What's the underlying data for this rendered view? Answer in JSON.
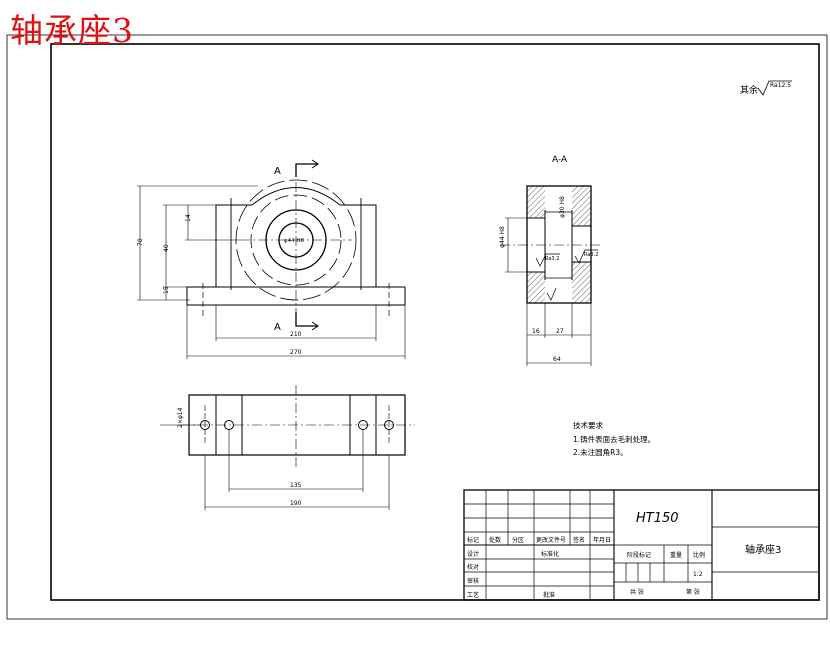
{
  "title": "轴承座3",
  "colors": {
    "title_red": "#e01010",
    "line": "#000000",
    "paper": "#ffffff"
  },
  "roughness_note": {
    "text": "其余",
    "symbol": "Ra12.5"
  },
  "section_marks": {
    "top": "A",
    "bottom": "A",
    "section_title": "A-A"
  },
  "front_view": {
    "bore_label": "φ44 H8",
    "dims": {
      "height_total": "70",
      "height_center": "40",
      "height_top": "14",
      "height_base": "15",
      "inner_width": "210",
      "overall_width": "270"
    }
  },
  "section_view": {
    "bore_label": "φ44 H8",
    "inner_label": "φ30 H8",
    "rough_left": "Ra3.2",
    "rough_right": "Ra3.2",
    "dims": {
      "left": "16",
      "mid": "27",
      "overall": "64"
    }
  },
  "top_view": {
    "hole_label": "2×φ14",
    "dims": {
      "inner": "135",
      "overall": "190"
    }
  },
  "tech_requirements": {
    "heading": "技术要求",
    "items": [
      "1.铸件表面去毛刺处理。",
      "2.未注圆角R3。"
    ]
  },
  "title_block": {
    "material": "HT150",
    "part_name": "轴承座3",
    "col_labels": [
      "标记",
      "处数",
      "分区",
      "更改文件号",
      "签名",
      "年月日"
    ],
    "row_labels": [
      "设计",
      "校对",
      "审核",
      "工艺"
    ],
    "standardize": "标准化",
    "approve": "批准",
    "stage_mark": "阶段标记",
    "weight": "重量",
    "scale": "比例",
    "scale_value": "1:2",
    "total": "共 张",
    "sheet": "第 张"
  }
}
